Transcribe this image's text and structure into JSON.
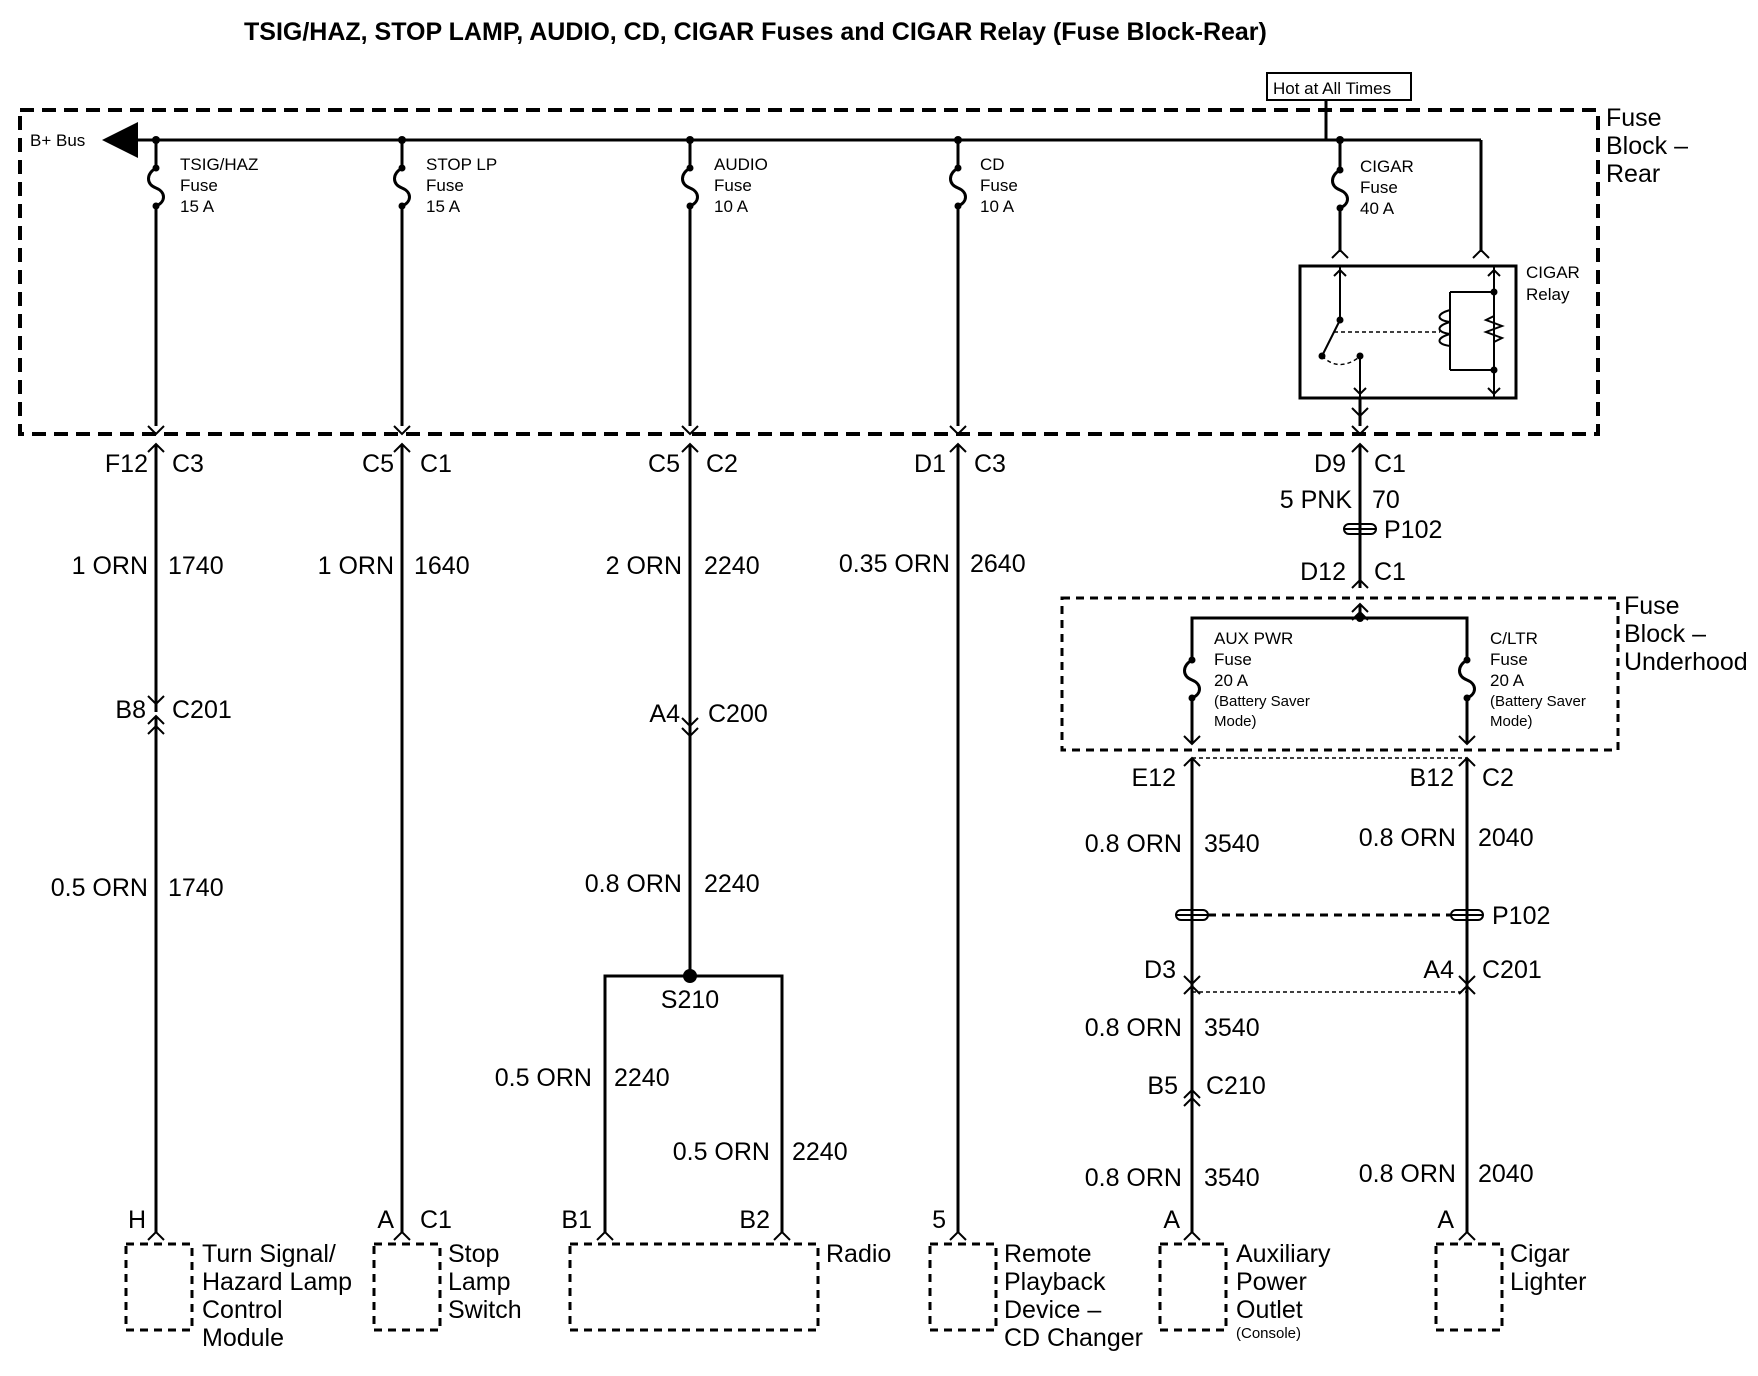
{
  "title": "TSIG/HAZ, STOP LAMP, AUDIO, CD, CIGAR Fuses and CIGAR Relay (Fuse Block-Rear)",
  "hot_at_all_times": "Hot at All Times",
  "bplus_bus": "B+ Bus",
  "fuse_block_rear": [
    "Fuse",
    "Block –",
    "Rear"
  ],
  "fuse_block_underhood": [
    "Fuse",
    "Block –",
    "Underhood"
  ],
  "fuses": [
    {
      "name": "TSIG/HAZ",
      "type": "Fuse",
      "rating": "15 A"
    },
    {
      "name": "STOP LP",
      "type": "Fuse",
      "rating": "15 A"
    },
    {
      "name": "AUDIO",
      "type": "Fuse",
      "rating": "10 A"
    },
    {
      "name": "CD",
      "type": "Fuse",
      "rating": "10 A"
    },
    {
      "name": "CIGAR",
      "type": "Fuse",
      "rating": "40 A"
    }
  ],
  "relay": [
    "CIGAR",
    "Relay"
  ],
  "underhood_fuses": [
    {
      "lines": [
        "AUX PWR",
        "Fuse",
        "20 A",
        "(Battery Saver",
        "Mode)"
      ]
    },
    {
      "lines": [
        "C/LTR",
        "Fuse",
        "20 A",
        "(Battery Saver",
        "Mode)"
      ]
    }
  ],
  "circuit1": {
    "pin1": "F12",
    "conn1": "C3",
    "wire1_gauge": "1 ORN",
    "wire1_circuit": "1740",
    "pin2": "B8",
    "conn2": "C201",
    "wire2_gauge": "0.5 ORN",
    "wire2_circuit": "1740",
    "pin3": "H"
  },
  "circuit2": {
    "pin1": "C5",
    "conn1": "C1",
    "wire1_gauge": "1 ORN",
    "wire1_circuit": "1640",
    "pin3": "A",
    "conn3": "C1"
  },
  "circuit3": {
    "pin1": "C5",
    "conn1": "C2",
    "wire1_gauge": "2 ORN",
    "wire1_circuit": "2240",
    "pin2": "A4",
    "conn2": "C200",
    "wire2_gauge": "0.8 ORN",
    "wire2_circuit": "2240",
    "splice": "S210",
    "wire3_gauge": "0.5 ORN",
    "wire3_circuit": "2240",
    "wire4_gauge": "0.5 ORN",
    "wire4_circuit": "2240",
    "pin_b1": "B1",
    "pin_b2": "B2"
  },
  "circuit4": {
    "pin1": "D1",
    "conn1": "C3",
    "wire1_gauge": "0.35 ORN",
    "wire1_circuit": "2640",
    "pin3": "5"
  },
  "circuit5": {
    "pin1": "D9",
    "conn1": "C1",
    "wire1_gauge": "5 PNK",
    "wire1_circuit": "70",
    "p102": "P102",
    "pin2": "D12",
    "conn2": "C1"
  },
  "circuit6": {
    "pin1": "E12",
    "wire1_gauge": "0.8 ORN",
    "wire1_circuit": "3540",
    "pin2": "D3",
    "wire2_gauge": "0.8 ORN",
    "wire2_circuit": "3540",
    "pin3": "B5",
    "conn3": "C210",
    "wire3_gauge": "0.8 ORN",
    "wire3_circuit": "3540",
    "pin4": "A"
  },
  "circuit7": {
    "pin1": "B12",
    "conn1": "C2",
    "wire1_gauge": "0.8 ORN",
    "wire1_circuit": "2040",
    "p102": "P102",
    "pin2": "A4",
    "conn2": "C201",
    "wire2_gauge": "0.8 ORN",
    "wire2_circuit": "2040",
    "pin3": "A"
  },
  "components": {
    "turn_signal": [
      "Turn Signal/",
      "Hazard Lamp",
      "Control",
      "Module"
    ],
    "stop_lamp": [
      "Stop",
      "Lamp",
      "Switch"
    ],
    "radio": "Radio",
    "cd_changer": [
      "Remote",
      "Playback",
      "Device –",
      "CD Changer"
    ],
    "aux_outlet": [
      "Auxiliary",
      "Power",
      "Outlet"
    ],
    "aux_outlet_note": "(Console)",
    "cigar_lighter": [
      "Cigar",
      "Lighter"
    ]
  }
}
